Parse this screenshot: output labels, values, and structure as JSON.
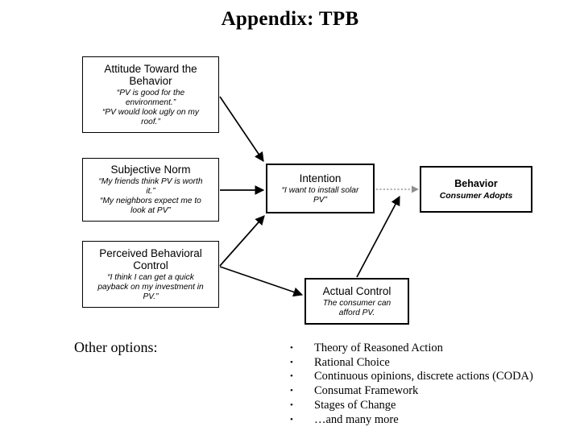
{
  "slide": {
    "title": "Appendix: TPB",
    "background_color": "#ffffff",
    "text_color": "#000000"
  },
  "diagram": {
    "type": "theory-of-planned-behavior",
    "nodes": [
      {
        "id": "attitude",
        "title": "Attitude Toward the\nBehavior",
        "quote": "“PV is good for the\nenvironment.”\n“PV would look ugly on my\nroof.”"
      },
      {
        "id": "subjective-norm",
        "title": "Subjective Norm",
        "quote": "“My friends think PV is worth\nit.”\n“My neighbors expect me to\nlook at PV”"
      },
      {
        "id": "perceived-behavioral-control",
        "title": "Perceived Behavioral\nControl",
        "quote": "“I think I can get a quick\npayback on my investment in\nPV.”"
      },
      {
        "id": "intention",
        "title": "Intention",
        "quote": "“I want to install solar\nPV”"
      },
      {
        "id": "behavior",
        "title": "Behavior",
        "quote": "Consumer Adopts"
      },
      {
        "id": "actual-control",
        "title": "Actual Control",
        "quote": "The consumer can\nafford PV."
      }
    ],
    "edges": [
      {
        "from": "attitude",
        "to": "intention",
        "style": "solid"
      },
      {
        "from": "subjective-norm",
        "to": "intention",
        "style": "solid"
      },
      {
        "from": "perceived-behavioral-control",
        "to": "intention",
        "style": "solid"
      },
      {
        "from": "perceived-behavioral-control",
        "to": "actual-control",
        "style": "solid"
      },
      {
        "from": "intention",
        "to": "behavior",
        "style": "dotted"
      },
      {
        "from": "actual-control",
        "to": "behavior-path",
        "style": "solid"
      }
    ],
    "edge_colors": {
      "solid": "#000000",
      "dotted": "#9a9a9a"
    }
  },
  "footer": {
    "label": "Other options:",
    "bullet_glyph": "•",
    "options": [
      "Theory of Reasoned Action",
      "Rational Choice",
      "Continuous opinions, discrete actions (CODA)",
      "Consumat Framework",
      "Stages of Change",
      "…and many more"
    ]
  }
}
